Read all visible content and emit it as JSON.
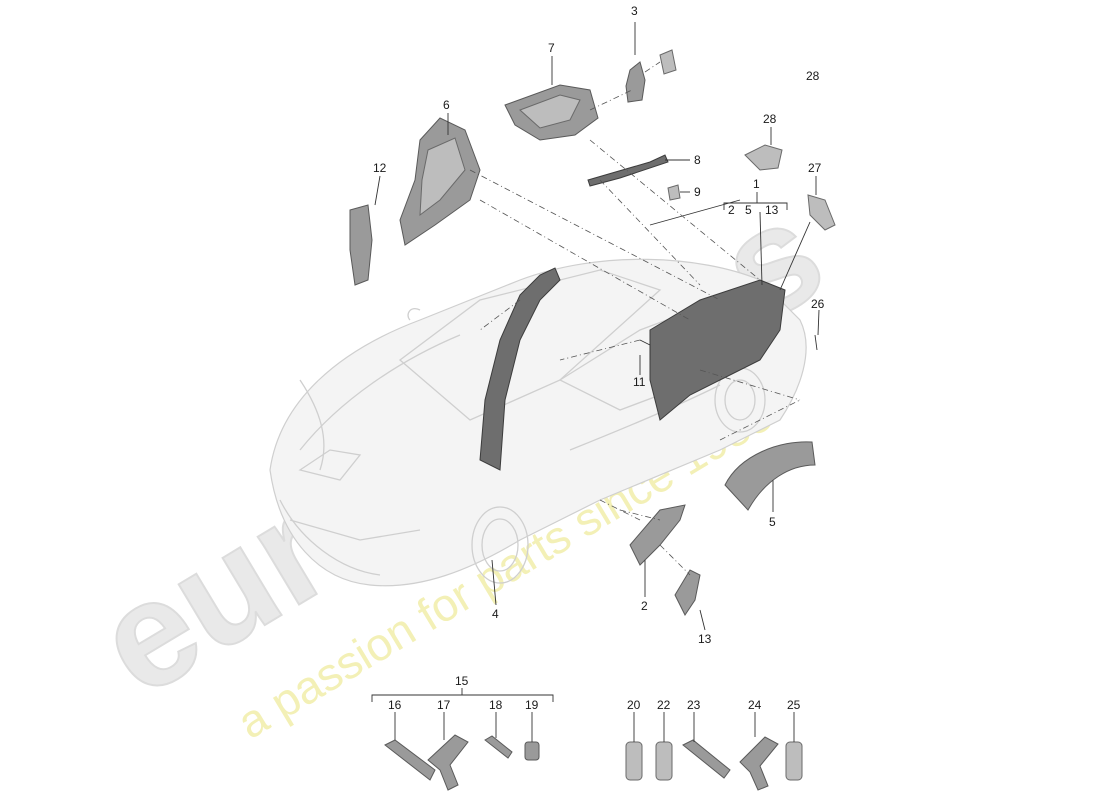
{
  "watermark": {
    "brand": "eurospares",
    "tagline": "a passion for parts since 1985"
  },
  "callouts": {
    "c1": "1",
    "c2": "2",
    "c3": "3",
    "c4": "4",
    "c5": "5",
    "c6": "6",
    "c7": "7",
    "c8": "8",
    "c9": "9",
    "c11": "11",
    "c12": "12",
    "c13": "13",
    "c15": "15",
    "c16": "16",
    "c17": "17",
    "c18": "18",
    "c19": "19",
    "c20": "20",
    "c22": "22",
    "c23": "23",
    "c24": "24",
    "c25": "25",
    "c26": "26",
    "c27": "27",
    "c28_top": "28",
    "c28_part": "28",
    "group1_sub": [
      "2",
      "5",
      "13"
    ]
  }
}
